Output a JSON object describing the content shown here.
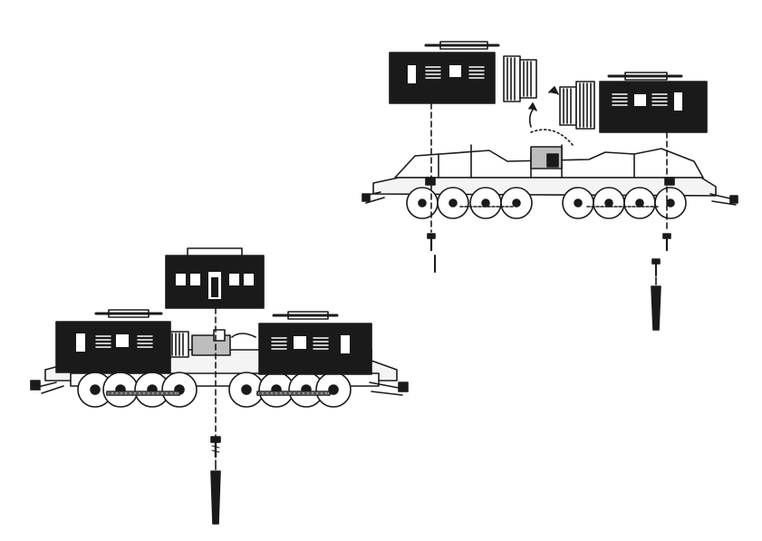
{
  "colors": {
    "ink": "#1a1a1a",
    "body": "#ffffff",
    "frame": "#f4f4f4",
    "shade": "#bdbdbd"
  },
  "scene": {
    "panel_left": {
      "subject": "electric-locomotive-assembled-view",
      "parts": [
        "center-hood",
        "left-cab",
        "right-cab",
        "motor-block",
        "chassis",
        "wheel-set",
        "fixing-screw",
        "screwdriver"
      ]
    },
    "panel_right": {
      "subject": "electric-locomotive-cab-removal-view",
      "parts": [
        "left-cab",
        "right-cab",
        "weight-block",
        "chassis",
        "wheel-set",
        "fixing-screw",
        "screwdriver"
      ]
    }
  }
}
